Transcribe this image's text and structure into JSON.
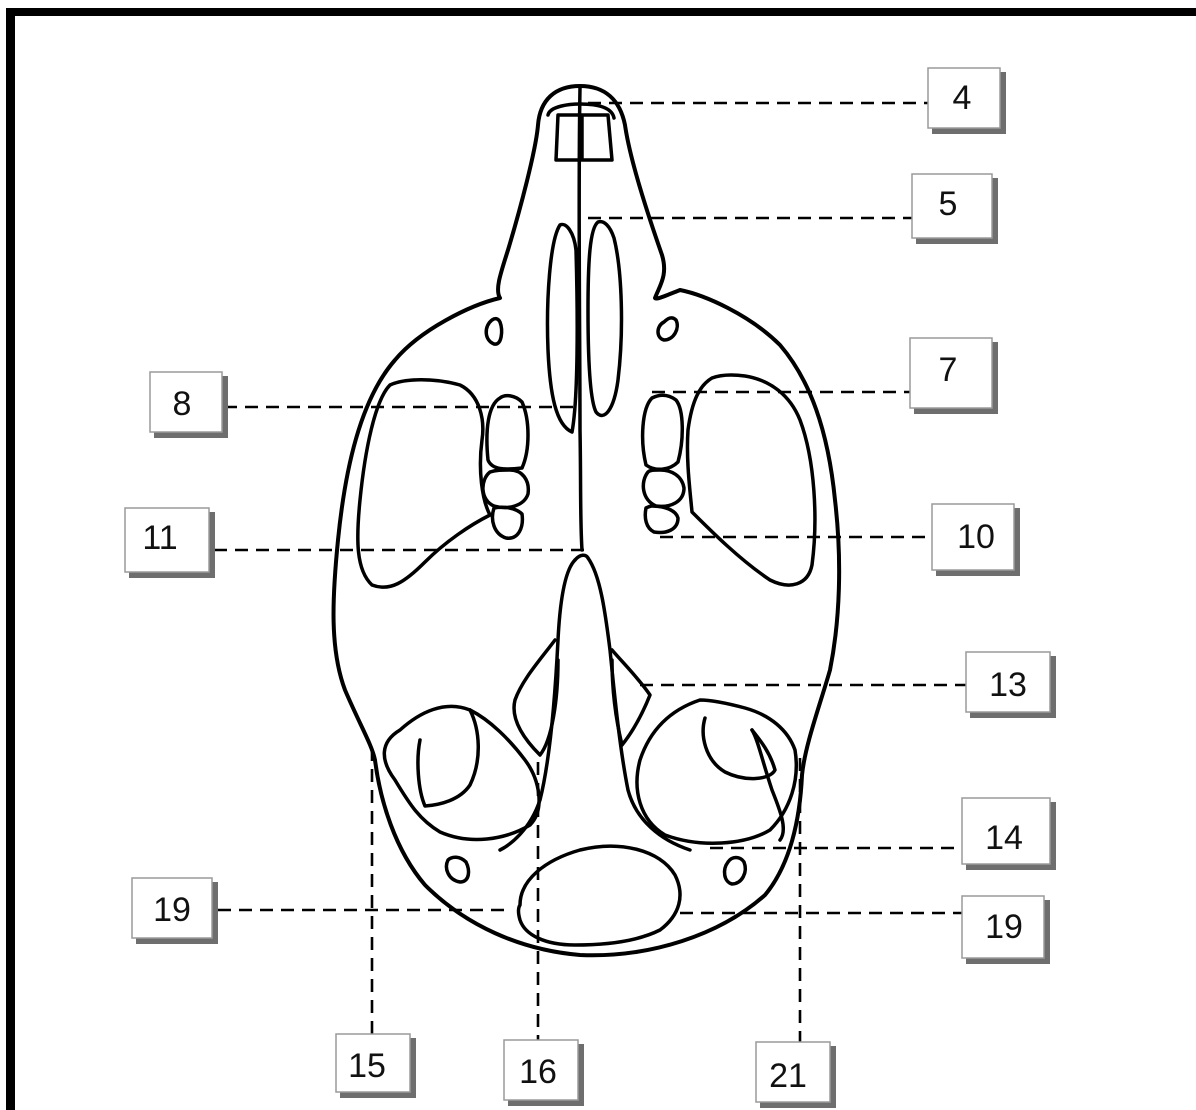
{
  "diagram": {
    "labels": [
      "4",
      "5",
      "7",
      "8",
      "11",
      "10",
      "13",
      "14",
      "19",
      "19",
      "15",
      "16",
      "21"
    ]
  },
  "colors": {
    "line": "#000000",
    "background": "#ffffff",
    "box_border": "#9a9a9a"
  }
}
